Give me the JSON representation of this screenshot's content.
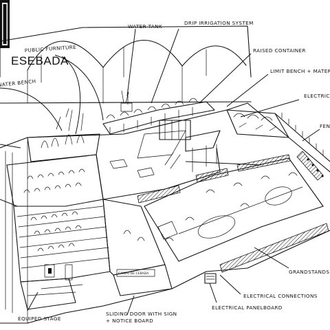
{
  "title": "ESEBADA",
  "labels": {
    "water_tank": "WATER TANK",
    "drip_irrigation": "DRIP IRRIGATION SYSTEM",
    "public_furniture": "PUBLIC FURNITURE",
    "raised_container": "RAISED CONTAINER",
    "water_bench": "WATER BENCH",
    "limit_bench": "LIMIT BENCH + MATERI",
    "electric": "ELECTRIC C",
    "fence": "FEN",
    "grandstands": "GRANDSTANDS",
    "electrical_connections": "ELECTRICAL CONNECTIONS",
    "electrical_panelboard": "ELECTRICAL PANELBOARD",
    "equiped_stage": "EQUIPED STAGE",
    "sliding_door_1": "SLIDING DOOR WITH SIGN",
    "sliding_door_2": "+ NOTICE BOARD",
    "sign_text": "CAMPO DE CEBADA"
  }
}
